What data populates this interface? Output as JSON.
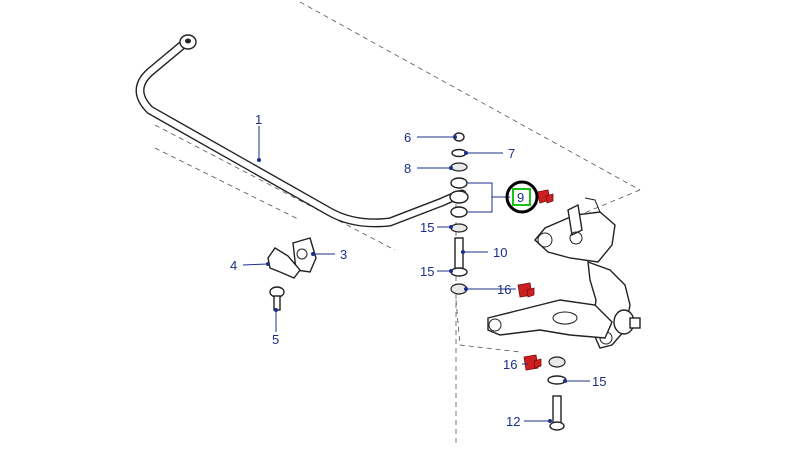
{
  "callouts": {
    "c1": "1",
    "c3": "3",
    "c4": "4",
    "c5": "5",
    "c6": "6",
    "c7": "7",
    "c8": "8",
    "c9": "9",
    "c10": "10",
    "c12": "12",
    "c15a": "15",
    "c15b": "15",
    "c15c": "15",
    "c16a": "16",
    "c16b": "16"
  },
  "colors": {
    "callout_text": "#1a2f8a",
    "highlight_ring": "#000000",
    "highlight_box": "#19c419",
    "torque_tag": "#cc1f1f"
  },
  "selected_callout": "9",
  "icons": [
    "torque-tag-icon"
  ]
}
